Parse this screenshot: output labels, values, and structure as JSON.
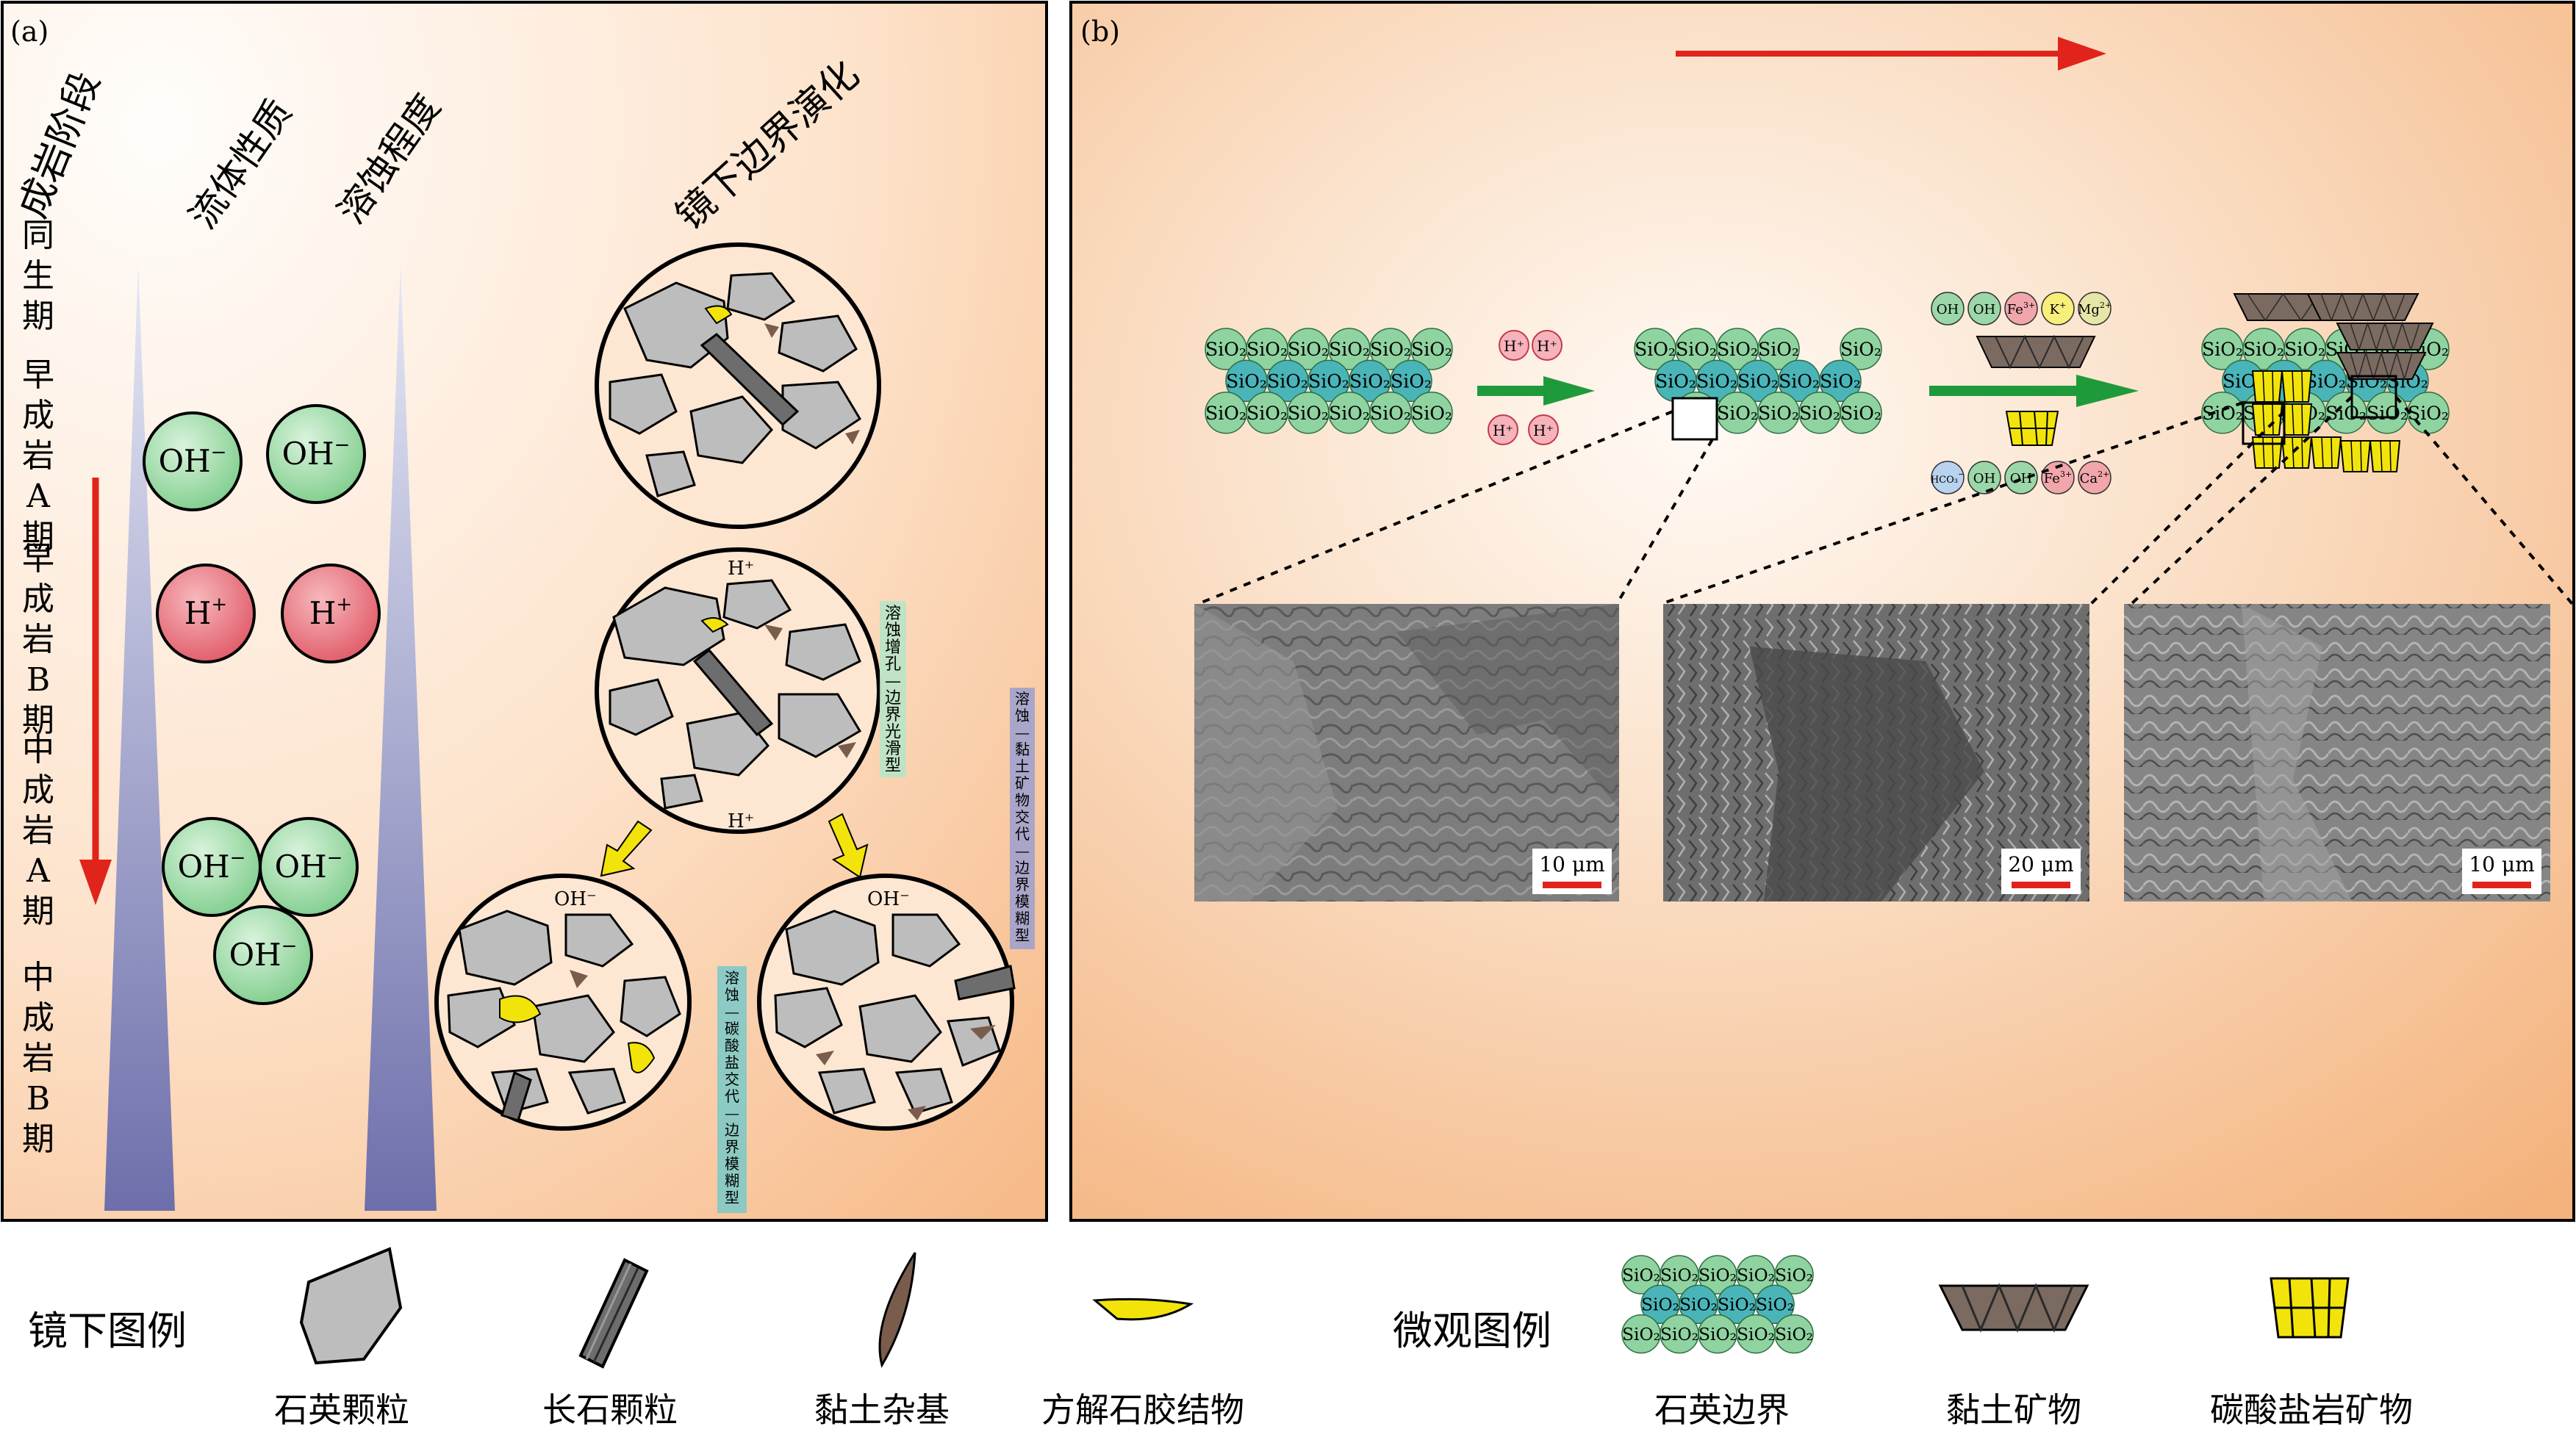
{
  "panel_a": {
    "label": "(a)",
    "headers": {
      "stage": "成岩阶段",
      "fluid": "流体性质",
      "dissolution": "溶蚀程度",
      "boundary": "镜下边界演化"
    },
    "stages": [
      [
        "同",
        "生",
        "期"
      ],
      [
        "早",
        "成",
        "岩",
        "A",
        "期"
      ],
      [
        "早",
        "成",
        "岩",
        "B",
        "期"
      ],
      [
        "中",
        "成",
        "岩",
        "A",
        "期"
      ],
      [
        "中",
        "成",
        "岩",
        "B",
        "期"
      ]
    ],
    "ions": {
      "oh": "OH",
      "h": "H",
      "oh_sup": "−",
      "h_sup": "+"
    },
    "circle_tags": {
      "h": "H⁺",
      "oh": "OH⁻"
    },
    "labels": {
      "smooth": [
        "溶",
        "蚀",
        "增",
        "孔",
        "—",
        "边",
        "界",
        "光",
        "滑",
        "型"
      ],
      "clay_blur": [
        "溶",
        "蚀",
        "—",
        "黏",
        "土",
        "矿",
        "物",
        "交",
        "代",
        "—",
        "边",
        "界",
        "模",
        "糊",
        "型"
      ],
      "carb_blur": [
        "溶",
        "蚀",
        "—",
        "碳",
        "酸",
        "盐",
        "交",
        "代",
        "—",
        "边",
        "界",
        "模",
        "糊",
        "型"
      ]
    }
  },
  "panel_b": {
    "label": "(b)",
    "sio": "SiO₂",
    "protons": [
      "H⁺",
      "H⁺",
      "H⁺",
      "H⁺"
    ],
    "ions_top": [
      "OH",
      "OH",
      "Fe",
      "K",
      "Mg"
    ],
    "ion_sups_top": [
      "",
      "",
      "3+",
      "+",
      "2+"
    ],
    "ions_bottom": [
      "HCO₃",
      "OH",
      "OH",
      "Fe",
      "Ca"
    ],
    "ion_sups_bottom": [
      "−",
      "",
      "",
      "3+",
      "2+"
    ],
    "scale_bars": [
      "10 μm",
      "20 μm",
      "10 μm"
    ]
  },
  "legend": {
    "micro_title": "镜下图例",
    "micro_items": [
      "石英颗粒",
      "长石颗粒",
      "黏土杂基",
      "方解石胶结物"
    ],
    "nano_title": "微观图例",
    "nano_items": [
      "石英边界",
      "黏土矿物",
      "碳酸盐岩矿物"
    ]
  },
  "colors": {
    "quartz": "#bdbdbd",
    "feldspar": "#6d6d6d",
    "clay": "#7a5c4d",
    "calcite": "#f2e40a",
    "arrow_red": "#e0241b",
    "arrow_green": "#1f9a3b",
    "sio_green": "#8fd3a0",
    "sio_teal": "#4ab5b8"
  }
}
